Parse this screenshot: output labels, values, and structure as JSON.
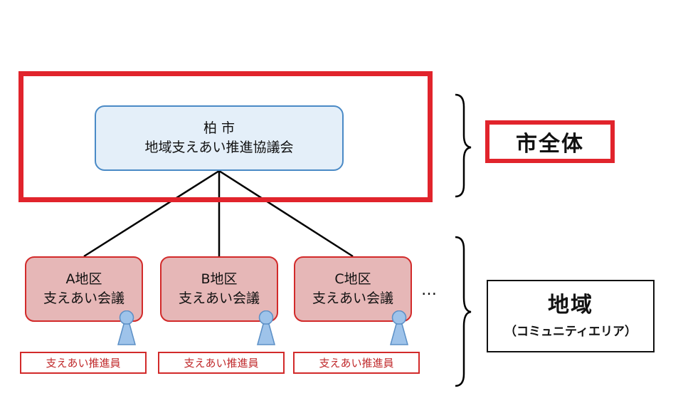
{
  "city": {
    "line1": "柏 市",
    "line2": "地域支えあい推進協議会"
  },
  "areas": [
    {
      "name": "A地区",
      "meeting": "支えあい会議",
      "staff": "支えあい推進員"
    },
    {
      "name": "B地区",
      "meeting": "支えあい会議",
      "staff": "支えあい推進員"
    },
    {
      "name": "C地区",
      "meeting": "支えあい会議",
      "staff": "支えあい推進員"
    }
  ],
  "ellipsis": "…",
  "scope": {
    "city_wide": "市全体",
    "area": "地域",
    "area_sub": "（コミュニティエリア）"
  },
  "colors": {
    "accent_red": "#e1242c",
    "city_box_fill": "#e4eff9",
    "city_box_border": "#4a8ac6",
    "area_fill": "#e6b7b7",
    "person_fill": "#9ec3ea"
  }
}
